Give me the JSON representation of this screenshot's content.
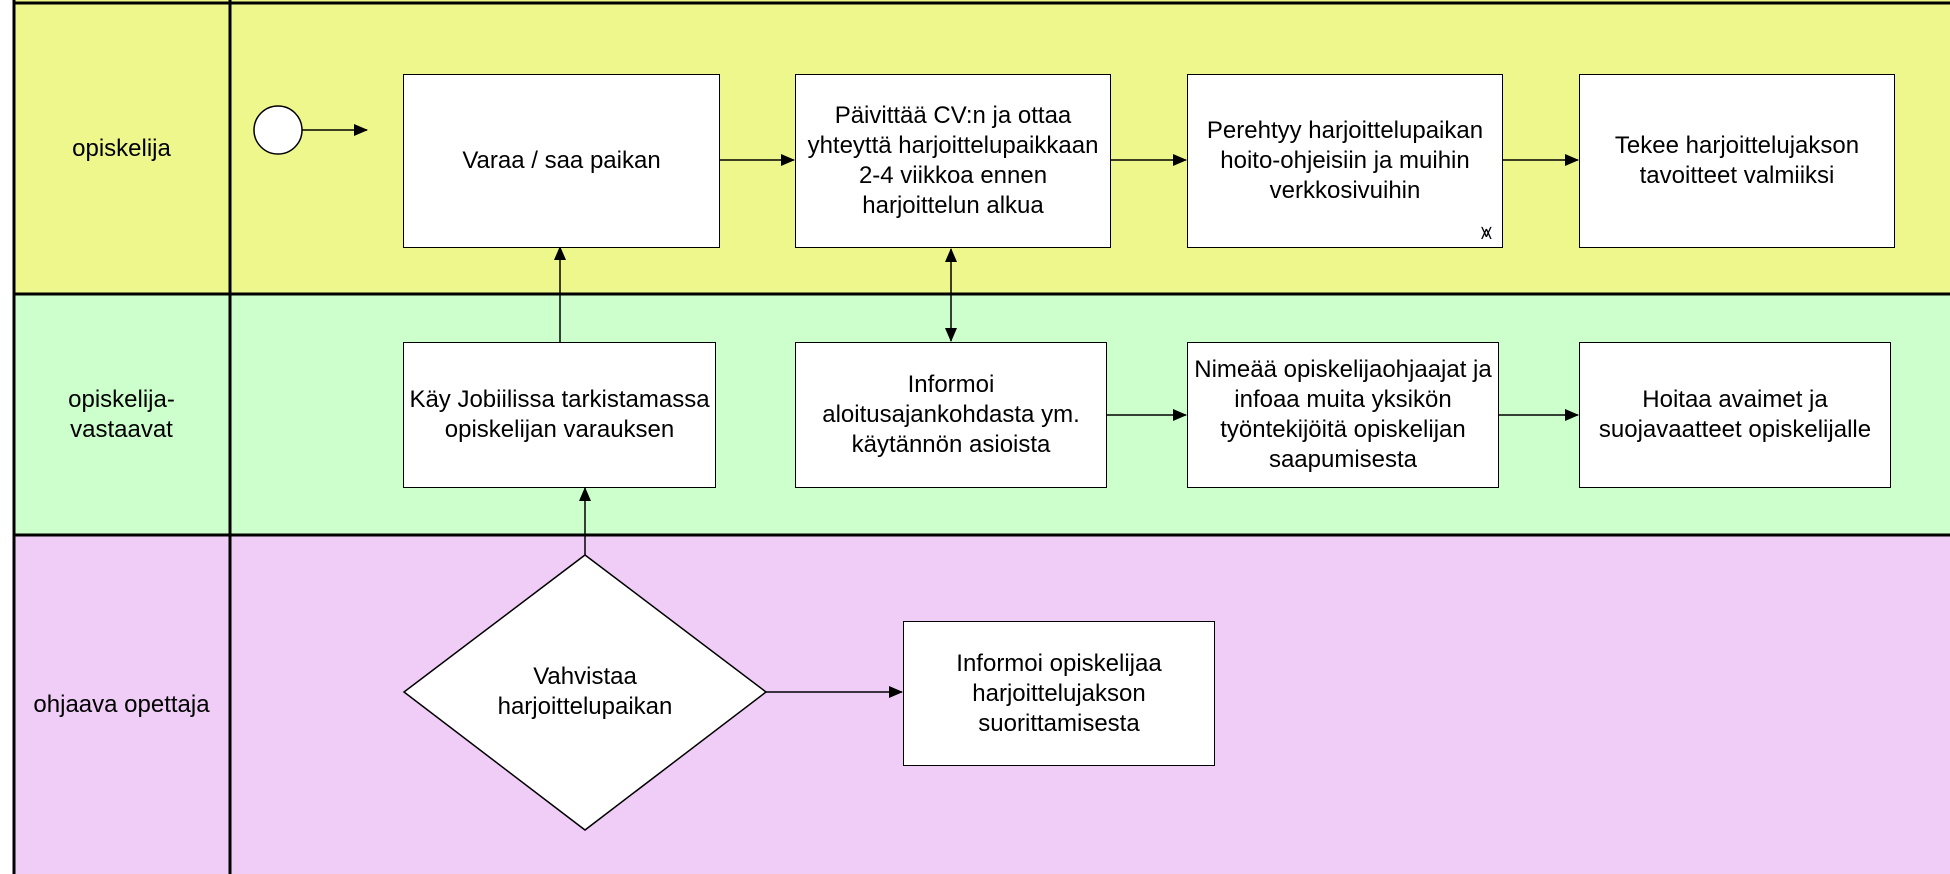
{
  "colors": {
    "lane_opiskelija": "#eef78b",
    "lane_vastaavat": "#ccffcc",
    "lane_opettaja": "#efcdf6",
    "line": "#000000",
    "box": "#ffffff"
  },
  "lanes": {
    "opiskelija": "opiskelija",
    "vastaavat": "opiskelija-\nvastaavat",
    "opettaja": "ohjaava opettaja"
  },
  "tasks": {
    "varaa": "Varaa / saa paikan",
    "paivittaa": "Päivittää CV:n ja ottaa yhteyttä harjoittelupaikkaan 2-4 viikkoa ennen harjoittelun alkua",
    "perehtyy": "Perehtyy harjoittelupaikan hoito-ohjeisiin ja muihin verkkosivuihin",
    "tekee": "Tekee harjoittelujakson tavoitteet valmiiksi",
    "kay": "Käy Jobiilissa tarkistamassa opiskelijan varauksen",
    "informoi_aloitus": "Informoi aloitusajankohdasta ym. käytännön asioista",
    "nimeaa": "Nimeää opiskelijaohjaajat ja infoaa muita yksikön työntekijöitä opiskelijan saapumisesta",
    "hoitaa": "Hoitaa avaimet ja suojavaatteet opiskelijalle",
    "vahvistaa": "Vahvistaa harjoittelupaikan",
    "informoi_opiskelijaa": "Informoi opiskelijaa harjoittelujakson suorittamisesta"
  },
  "icons": {
    "subprocess": "subprocess-icon",
    "start": "start-event-circle"
  }
}
